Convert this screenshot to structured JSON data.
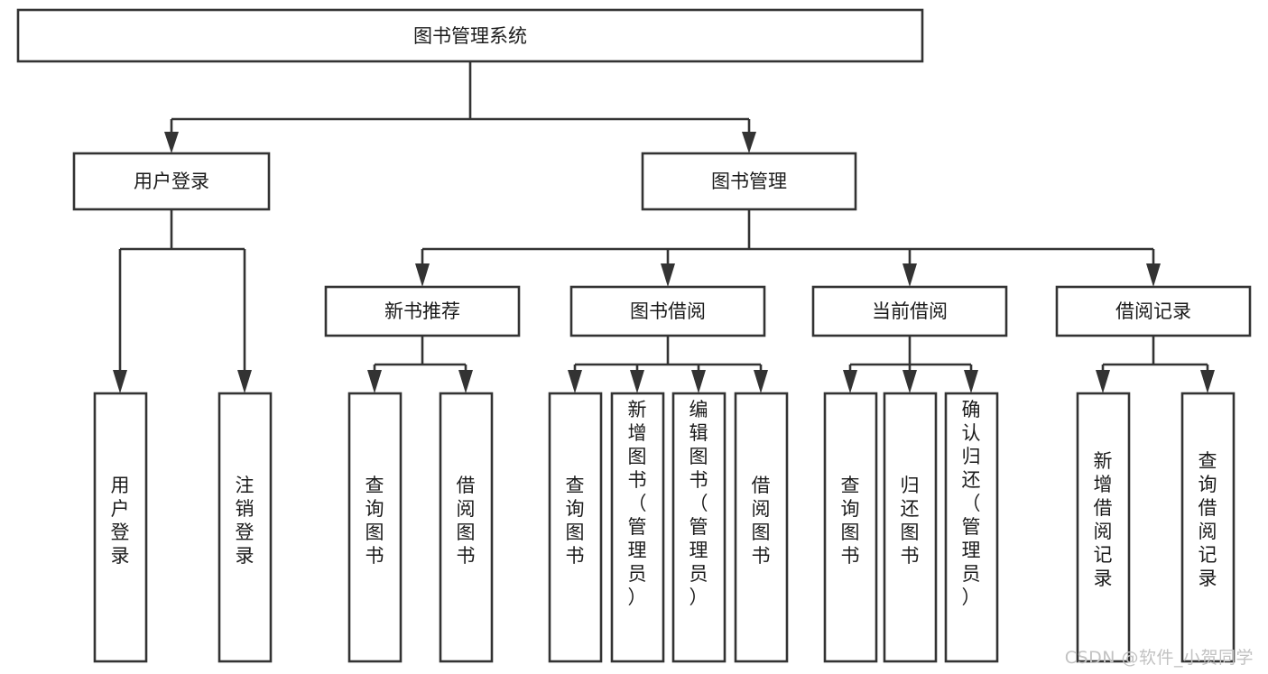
{
  "diagram": {
    "type": "tree-hierarchy-chart",
    "title_text": "图书管理系统",
    "watermark": "CSDN @软件_小贺同学",
    "colors": {
      "stroke": "#333333",
      "fill": "#ffffff",
      "text": "#1b1b1b",
      "watermark": "#c2c2c2"
    },
    "nodes": {
      "root": {
        "label": "图书管理系统"
      },
      "level2": [
        {
          "id": "user-login",
          "label": "用户登录"
        },
        {
          "id": "book-manage",
          "label": "图书管理"
        }
      ],
      "level3": [
        {
          "id": "new-book-recommend",
          "label": "新书推荐"
        },
        {
          "id": "book-borrow",
          "label": "图书借阅"
        },
        {
          "id": "current-borrow",
          "label": "当前借阅"
        },
        {
          "id": "borrow-record",
          "label": "借阅记录"
        }
      ],
      "leaves": {
        "user_login": [
          {
            "id": "leaf-user-login",
            "label": "用户登录"
          },
          {
            "id": "leaf-logout-login",
            "label": "注销登录"
          }
        ],
        "new_book_recommend": [
          {
            "id": "leaf-query-book-1",
            "label": "查询图书"
          },
          {
            "id": "leaf-borrow-book-1",
            "label": "借阅图书"
          }
        ],
        "book_borrow": [
          {
            "id": "leaf-query-book-2",
            "label": "查询图书"
          },
          {
            "id": "leaf-add-book",
            "label": "新增图书（管理员）"
          },
          {
            "id": "leaf-edit-book",
            "label": "编辑图书（管理员）"
          },
          {
            "id": "leaf-borrow-book-2",
            "label": "借阅图书"
          }
        ],
        "current_borrow": [
          {
            "id": "leaf-query-book-3",
            "label": "查询图书"
          },
          {
            "id": "leaf-return-book",
            "label": "归还图书"
          },
          {
            "id": "leaf-confirm-return",
            "label": "确认归还（管理员）"
          }
        ],
        "borrow_record": [
          {
            "id": "leaf-add-record",
            "label": "新增借阅记录"
          },
          {
            "id": "leaf-query-record",
            "label": "查询借阅记录"
          }
        ]
      }
    }
  }
}
